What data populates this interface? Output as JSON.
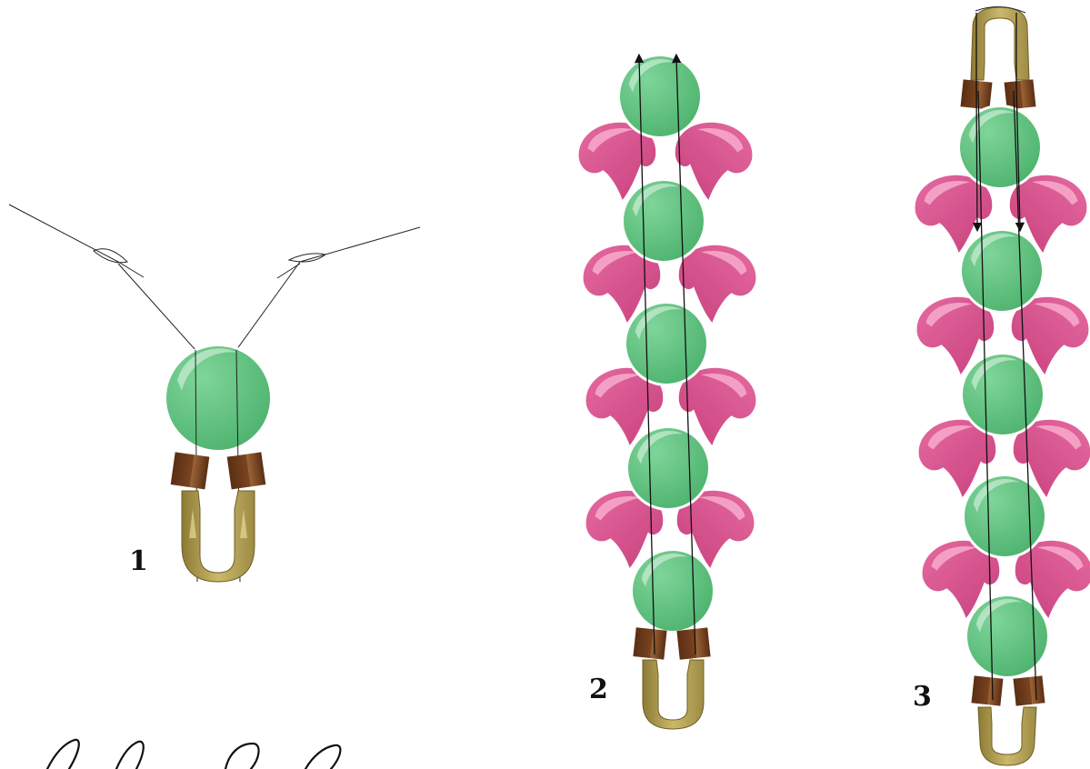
{
  "steps": [
    {
      "label": "1"
    },
    {
      "label": "2"
    },
    {
      "label": "3"
    }
  ],
  "colors": {
    "round_bead": "#5ec07e",
    "petal_bead": "#d34f8a",
    "end_bar": "#6b3a1c",
    "clasp": "#b9a65a",
    "thread": "#111111"
  }
}
